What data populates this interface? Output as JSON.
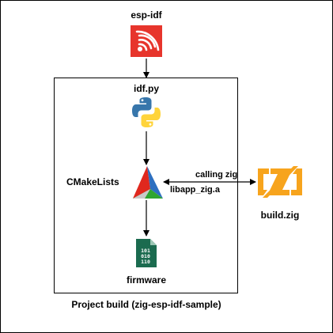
{
  "nodes": {
    "espidf": {
      "label": "esp-idf",
      "icon": "espressif-logo-icon"
    },
    "idfpy": {
      "label": "idf.py",
      "icon": "python-logo-icon"
    },
    "cmake": {
      "label": "CMakeLists",
      "icon": "cmake-logo-icon"
    },
    "buildzig": {
      "label": "build.zig",
      "icon": "zig-logo-icon"
    },
    "firmware": {
      "label": "firmware",
      "icon": "binary-file-icon",
      "icon_text": [
        "101",
        "010",
        "110"
      ]
    }
  },
  "group": {
    "label": "Project build (zig-esp-idf-sample)"
  },
  "edges": {
    "calling": {
      "label": "calling zig"
    },
    "lib": {
      "label": "libapp_zig.a"
    }
  },
  "colors": {
    "espressif_red": "#e7352c",
    "python_blue": "#3776ab",
    "python_yellow": "#ffd43b",
    "cmake_red": "#e0281e",
    "cmake_blue": "#2d6fc0",
    "cmake_green": "#2fa52f",
    "zig_orange": "#f7a41d",
    "file_green": "#1b6b4f"
  }
}
